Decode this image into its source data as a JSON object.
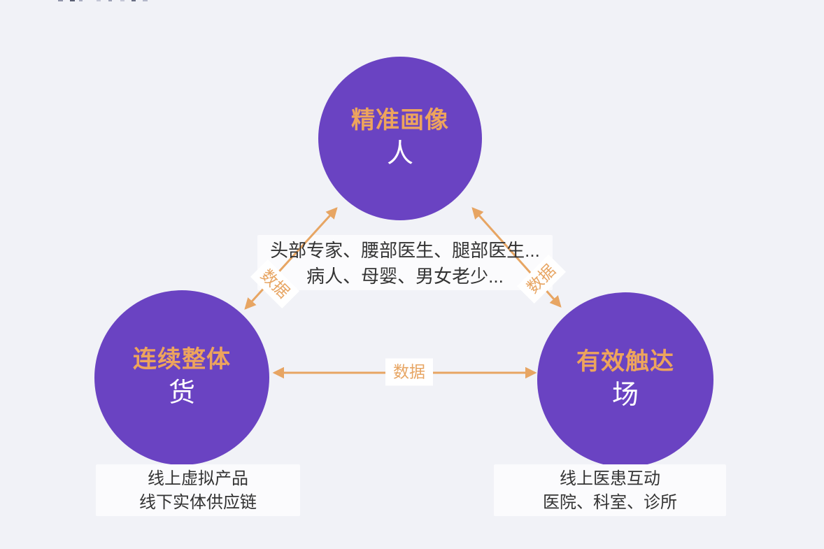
{
  "colors": {
    "background": "#F1F2F7",
    "circle_purple": "#6A43C2",
    "title_orange": "#EDA45D",
    "arrow_orange": "#E7A563",
    "body_text": "#333333",
    "panel_white": "#FBFBFD"
  },
  "nodes": {
    "top": {
      "title": "精准画像",
      "subtitle": "人"
    },
    "left": {
      "title": "连续整体",
      "subtitle": "货"
    },
    "right": {
      "title": "有效触达",
      "subtitle": "场"
    }
  },
  "center_note": {
    "line1": "头部专家、腰部医生、腿部医生...",
    "line2": "病人、母婴、男女老少..."
  },
  "edges": {
    "left_diagonal": {
      "label": "数据"
    },
    "right_diagonal": {
      "label": "数据"
    },
    "horizontal": {
      "label": "数据"
    }
  },
  "captions": {
    "left": {
      "line1": "线上虚拟产品",
      "line2": "线下实体供应链"
    },
    "right": {
      "line1": "线上医患互动",
      "line2": "医院、科室、诊所"
    }
  }
}
